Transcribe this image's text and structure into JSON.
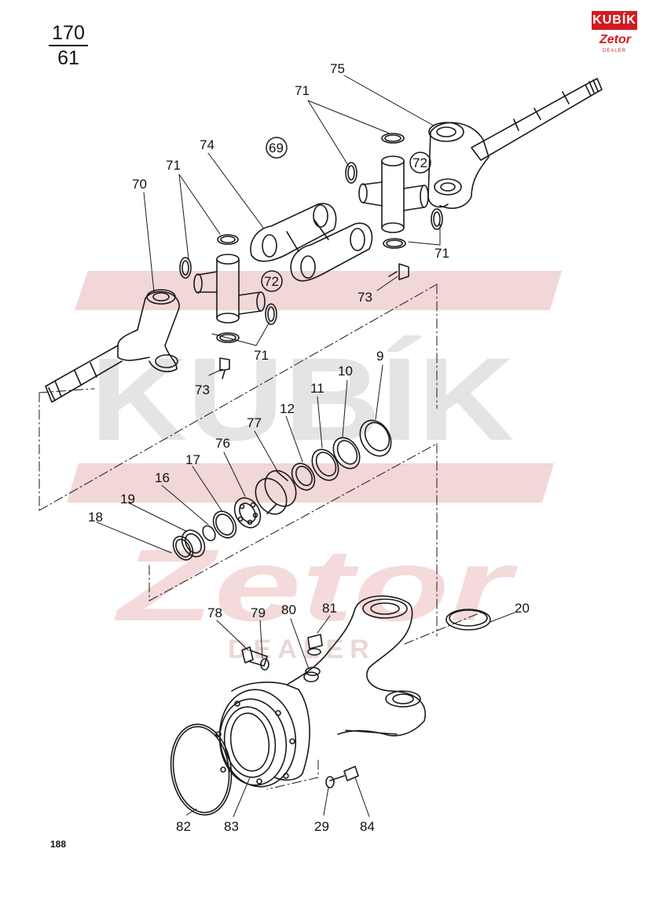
{
  "page_code": {
    "numerator": "170",
    "denominator": "61"
  },
  "page_number": "188",
  "brand": {
    "name": "KUBÍK",
    "zetor": "Zetor",
    "dealer": "DEALER"
  },
  "watermark": {
    "brand": "KUBÍK",
    "zetor": "Zetor",
    "dealer": "DEALER"
  },
  "colors": {
    "line": "#1a1a1a",
    "brand_red": "#d21b20",
    "watermark_red": "#e8c2c2",
    "watermark_gray": "#d9dcda"
  },
  "callouts": {
    "n75": "75",
    "n71a": "71",
    "n72a": "72",
    "n69": "69",
    "n74": "74",
    "n71b": "71",
    "n70": "70",
    "n71c": "71",
    "n72b": "72",
    "n71d": "71",
    "n73a": "73",
    "n73b": "73",
    "n9": "9",
    "n10": "10",
    "n11": "11",
    "n12": "12",
    "n77": "77",
    "n76": "76",
    "n17": "17",
    "n16": "16",
    "n19": "19",
    "n18": "18",
    "n20": "20",
    "n78": "78",
    "n79": "79",
    "n80": "80",
    "n81": "81",
    "n82": "82",
    "n83": "83",
    "n29": "29",
    "n84": "84"
  }
}
